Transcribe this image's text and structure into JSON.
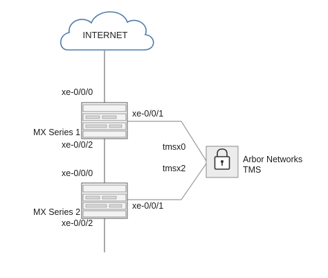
{
  "cloud": {
    "label": "INTERNET"
  },
  "routers": [
    {
      "name": "MX Series 1",
      "ports": {
        "top": "xe-0/0/0",
        "right": "xe-0/0/1",
        "bottom": "xe-0/0/2"
      }
    },
    {
      "name": "MX Series 2",
      "ports": {
        "top": "xe-0/0/0",
        "right": "xe-0/0/1",
        "bottom": "xe-0/0/2"
      }
    }
  ],
  "tms": {
    "label_line1": "Arbor Networks",
    "label_line2": "TMS",
    "icon": "lock-icon",
    "interfaces": [
      "tmsx0",
      "tmsx2"
    ]
  }
}
